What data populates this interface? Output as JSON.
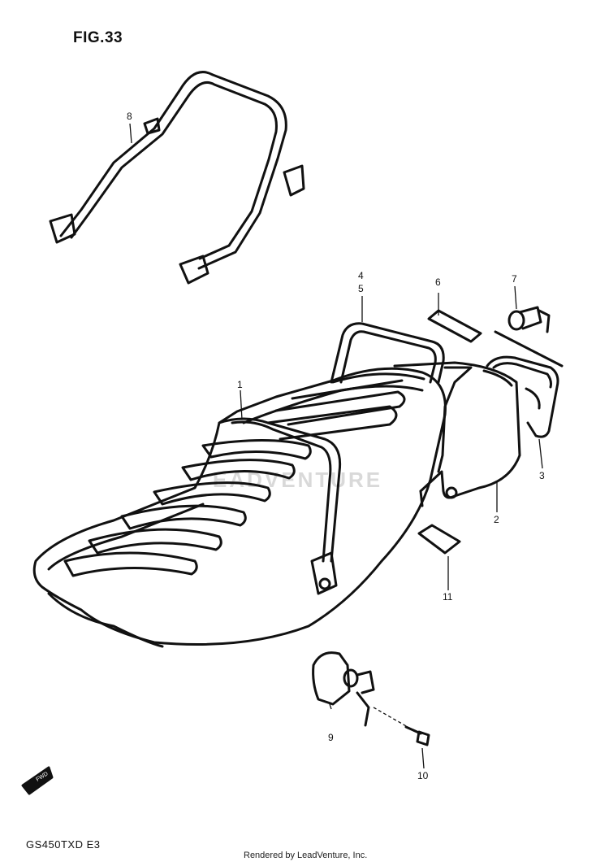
{
  "figure": {
    "title": "FIG.33",
    "model_code": "GS450TXD  E3",
    "credit": "Rendered by LeadVenture, Inc.",
    "watermark": "EADVENTURE",
    "fwd_marker": "FWD"
  },
  "callouts": [
    {
      "id": "1",
      "text": "1"
    },
    {
      "id": "2",
      "text": "2"
    },
    {
      "id": "3",
      "text": "3"
    },
    {
      "id": "4",
      "text": "4"
    },
    {
      "id": "5",
      "text": "5"
    },
    {
      "id": "6",
      "text": "6"
    },
    {
      "id": "7",
      "text": "7"
    },
    {
      "id": "8",
      "text": "8"
    },
    {
      "id": "9",
      "text": "9"
    },
    {
      "id": "10",
      "text": "10"
    },
    {
      "id": "11",
      "text": "11"
    }
  ],
  "colors": {
    "ink": "#111111",
    "paper": "#ffffff",
    "watermark": "#d9d9d9"
  }
}
